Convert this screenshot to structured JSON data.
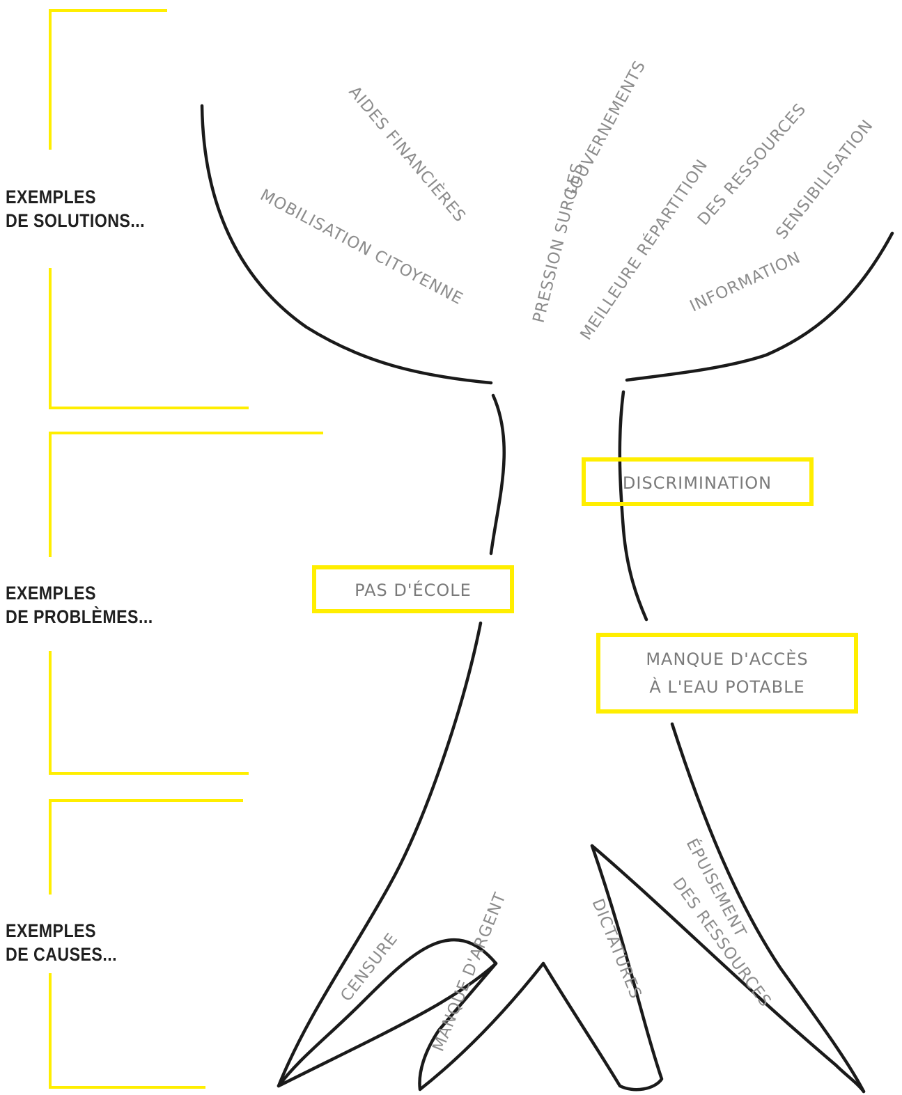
{
  "colors": {
    "bracket": "#ffee00",
    "trunk": "#1a1a1a",
    "label_text": "#1f1f1f",
    "hand_text": "#8c8c8c"
  },
  "sections": {
    "solutions": {
      "line1": "EXEMPLES",
      "line2": "DE SOLUTIONS..."
    },
    "problems": {
      "line1": "EXEMPLES",
      "line2": "DE PROBLÈMES..."
    },
    "causes": {
      "line1": "EXEMPLES",
      "line2": "DE CAUSES..."
    }
  },
  "solutions": {
    "mobilisation": "MOBILISATION CITOYENNE",
    "aides": "AIDES FINANCIÈRES",
    "pression_1": "PRESSION SUR LES",
    "pression_2": "GOUVERNEMENTS",
    "repartition_1": "MEILLEURE RÉPARTITION",
    "repartition_2": "DES RESSOURCES",
    "sensibilisation": "SENSIBILISATION",
    "information": "INFORMATION"
  },
  "problems": {
    "discrimination": "DISCRIMINATION",
    "ecole": "PAS D'ÉCOLE",
    "eau_1": "MANQUE D'ACCÈS",
    "eau_2": "À L'EAU POTABLE"
  },
  "causes": {
    "censure": "CENSURE",
    "argent": "MANQUE D'ARGENT",
    "dictatures": "DICTATURES",
    "epuisement_1": "ÉPUISEMENT",
    "epuisement_2": "DES RESSOURCES"
  }
}
